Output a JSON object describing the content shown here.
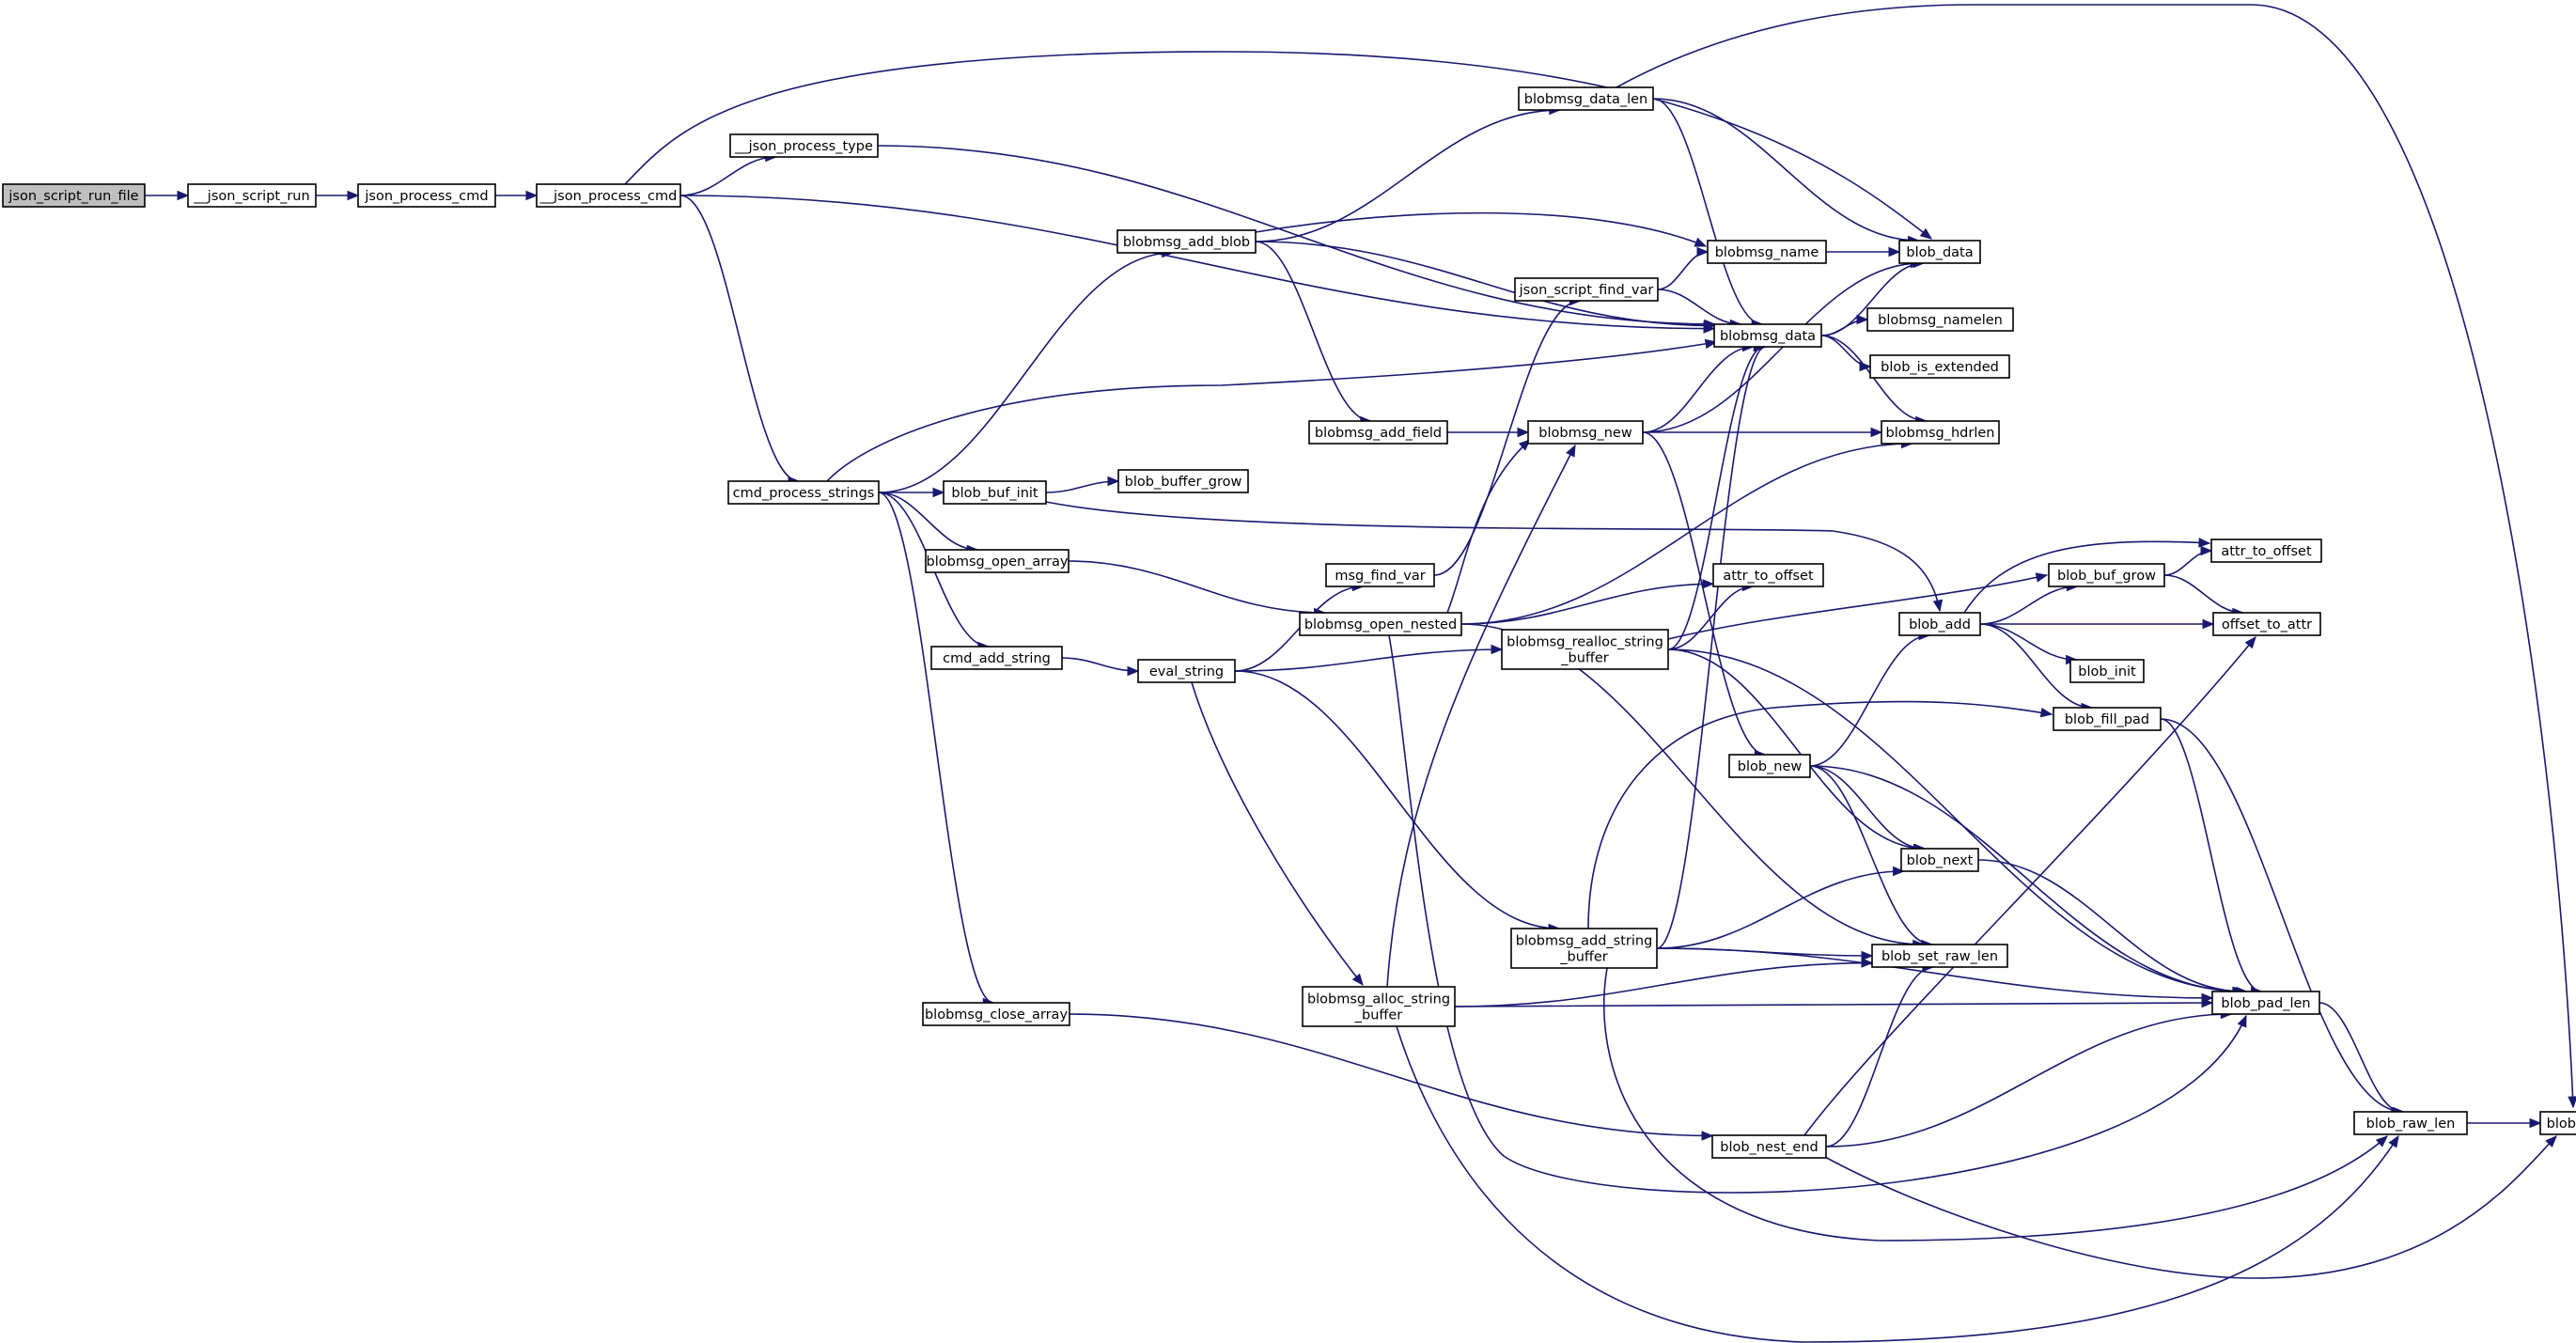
{
  "nodes": [
    {
      "id": "json_script_run_file",
      "label": "json_script_run_file",
      "root": true
    },
    {
      "id": "__json_script_run",
      "label": "__json_script_run"
    },
    {
      "id": "json_process_cmd",
      "label": "json_process_cmd"
    },
    {
      "id": "__json_process_cmd",
      "label": "__json_process_cmd"
    },
    {
      "id": "__json_process_type",
      "label": "__json_process_type"
    },
    {
      "id": "cmd_process_strings",
      "label": "cmd_process_strings"
    },
    {
      "id": "blobmsg_add_blob",
      "label": "blobmsg_add_blob"
    },
    {
      "id": "blob_buf_init",
      "label": "blob_buf_init"
    },
    {
      "id": "blob_buffer_grow",
      "label": "blob_buffer_grow"
    },
    {
      "id": "blobmsg_open_array",
      "label": "blobmsg_open_array"
    },
    {
      "id": "cmd_add_string",
      "label": "cmd_add_string"
    },
    {
      "id": "blobmsg_close_array",
      "label": "blobmsg_close_array"
    },
    {
      "id": "eval_string",
      "label": "eval_string"
    },
    {
      "id": "msg_find_var",
      "label": "msg_find_var"
    },
    {
      "id": "blobmsg_open_nested",
      "label": "blobmsg_open_nested"
    },
    {
      "id": "blobmsg_alloc_string_buffer",
      "label": "blobmsg_alloc_string\n_buffer"
    },
    {
      "id": "blobmsg_add_field",
      "label": "blobmsg_add_field"
    },
    {
      "id": "blobmsg_data_len",
      "label": "blobmsg_data_len"
    },
    {
      "id": "json_script_find_var",
      "label": "json_script_find_var"
    },
    {
      "id": "blobmsg_new",
      "label": "blobmsg_new"
    },
    {
      "id": "blobmsg_realloc_string_buffer",
      "label": "blobmsg_realloc_string\n_buffer"
    },
    {
      "id": "blobmsg_add_string_buffer",
      "label": "blobmsg_add_string\n_buffer"
    },
    {
      "id": "blobmsg_name",
      "label": "blobmsg_name"
    },
    {
      "id": "blobmsg_data",
      "label": "blobmsg_data"
    },
    {
      "id": "attr_to_offset_1",
      "label": "attr_to_offset"
    },
    {
      "id": "blob_new",
      "label": "blob_new"
    },
    {
      "id": "blob_nest_end",
      "label": "blob_nest_end"
    },
    {
      "id": "blob_data",
      "label": "blob_data"
    },
    {
      "id": "blobmsg_namelen",
      "label": "blobmsg_namelen"
    },
    {
      "id": "blob_is_extended",
      "label": "blob_is_extended"
    },
    {
      "id": "blobmsg_hdrlen",
      "label": "blobmsg_hdrlen"
    },
    {
      "id": "blob_add",
      "label": "blob_add"
    },
    {
      "id": "blob_next",
      "label": "blob_next"
    },
    {
      "id": "blob_set_raw_len",
      "label": "blob_set_raw_len"
    },
    {
      "id": "blob_buf_grow",
      "label": "blob_buf_grow"
    },
    {
      "id": "blob_init",
      "label": "blob_init"
    },
    {
      "id": "blob_fill_pad",
      "label": "blob_fill_pad"
    },
    {
      "id": "blob_pad_len",
      "label": "blob_pad_len"
    },
    {
      "id": "attr_to_offset_2",
      "label": "attr_to_offset"
    },
    {
      "id": "offset_to_attr",
      "label": "offset_to_attr"
    },
    {
      "id": "blob_raw_len",
      "label": "blob_raw_len"
    },
    {
      "id": "blob_len",
      "label": "blob_len"
    }
  ],
  "edges": [
    [
      "json_script_run_file",
      "__json_script_run"
    ],
    [
      "__json_script_run",
      "json_process_cmd"
    ],
    [
      "json_process_cmd",
      "__json_process_cmd"
    ],
    [
      "__json_process_cmd",
      "__json_process_type"
    ],
    [
      "__json_process_cmd",
      "blob_data"
    ],
    [
      "__json_process_cmd",
      "blobmsg_data"
    ],
    [
      "__json_process_cmd",
      "cmd_process_strings"
    ],
    [
      "__json_process_type",
      "blobmsg_data"
    ],
    [
      "cmd_process_strings",
      "blobmsg_add_blob"
    ],
    [
      "cmd_process_strings",
      "blobmsg_data"
    ],
    [
      "cmd_process_strings",
      "blob_buf_init"
    ],
    [
      "cmd_process_strings",
      "blobmsg_open_array"
    ],
    [
      "cmd_process_strings",
      "cmd_add_string"
    ],
    [
      "cmd_process_strings",
      "blobmsg_close_array"
    ],
    [
      "blobmsg_add_blob",
      "blobmsg_data_len"
    ],
    [
      "blobmsg_add_blob",
      "blobmsg_name"
    ],
    [
      "blobmsg_add_blob",
      "blobmsg_data"
    ],
    [
      "blobmsg_add_blob",
      "blobmsg_add_field"
    ],
    [
      "blob_buf_init",
      "blob_buffer_grow"
    ],
    [
      "blob_buf_init",
      "blob_add"
    ],
    [
      "blobmsg_open_array",
      "blobmsg_open_nested"
    ],
    [
      "cmd_add_string",
      "eval_string"
    ],
    [
      "blobmsg_close_array",
      "blob_nest_end"
    ],
    [
      "eval_string",
      "msg_find_var"
    ],
    [
      "eval_string",
      "blobmsg_realloc_string_buffer"
    ],
    [
      "eval_string",
      "blobmsg_add_string_buffer"
    ],
    [
      "eval_string",
      "blobmsg_alloc_string_buffer"
    ],
    [
      "msg_find_var",
      "json_script_find_var"
    ],
    [
      "blobmsg_open_nested",
      "blobmsg_new"
    ],
    [
      "blobmsg_open_nested",
      "blobmsg_hdrlen"
    ],
    [
      "blobmsg_open_nested",
      "attr_to_offset_1"
    ],
    [
      "blobmsg_open_nested",
      "blob_set_raw_len"
    ],
    [
      "blobmsg_open_nested",
      "blob_pad_len"
    ],
    [
      "blobmsg_alloc_string_buffer",
      "blobmsg_new"
    ],
    [
      "blobmsg_alloc_string_buffer",
      "blob_set_raw_len"
    ],
    [
      "blobmsg_alloc_string_buffer",
      "blob_pad_len"
    ],
    [
      "blobmsg_alloc_string_buffer",
      "blob_raw_len"
    ],
    [
      "blobmsg_add_field",
      "blobmsg_new"
    ],
    [
      "blobmsg_data_len",
      "blob_len"
    ],
    [
      "blobmsg_data_len",
      "blob_data"
    ],
    [
      "blobmsg_data_len",
      "blobmsg_data"
    ],
    [
      "json_script_find_var",
      "blobmsg_name"
    ],
    [
      "json_script_find_var",
      "blobmsg_data"
    ],
    [
      "blobmsg_new",
      "blobmsg_data"
    ],
    [
      "blobmsg_new",
      "blob_data"
    ],
    [
      "blobmsg_new",
      "blobmsg_hdrlen"
    ],
    [
      "blobmsg_new",
      "blob_new"
    ],
    [
      "blobmsg_realloc_string_buffer",
      "blobmsg_data"
    ],
    [
      "blobmsg_realloc_string_buffer",
      "attr_to_offset_1"
    ],
    [
      "blobmsg_realloc_string_buffer",
      "blob_buf_grow"
    ],
    [
      "blobmsg_realloc_string_buffer",
      "blob_next"
    ],
    [
      "blobmsg_realloc_string_buffer",
      "blob_pad_len"
    ],
    [
      "blobmsg_add_string_buffer",
      "blobmsg_data"
    ],
    [
      "blobmsg_add_string_buffer",
      "blob_fill_pad"
    ],
    [
      "blobmsg_add_string_buffer",
      "blob_next"
    ],
    [
      "blobmsg_add_string_buffer",
      "blob_set_raw_len"
    ],
    [
      "blobmsg_add_string_buffer",
      "blob_pad_len"
    ],
    [
      "blobmsg_add_string_buffer",
      "blob_raw_len"
    ],
    [
      "blobmsg_name",
      "blob_data"
    ],
    [
      "blobmsg_data",
      "blob_data"
    ],
    [
      "blobmsg_data",
      "blobmsg_namelen"
    ],
    [
      "blobmsg_data",
      "blob_is_extended"
    ],
    [
      "blobmsg_data",
      "blobmsg_hdrlen"
    ],
    [
      "blob_new",
      "blob_add"
    ],
    [
      "blob_new",
      "blob_next"
    ],
    [
      "blob_new",
      "blob_set_raw_len"
    ],
    [
      "blob_new",
      "blob_pad_len"
    ],
    [
      "blob_nest_end",
      "offset_to_attr"
    ],
    [
      "blob_nest_end",
      "blob_set_raw_len"
    ],
    [
      "blob_nest_end",
      "blob_pad_len"
    ],
    [
      "blob_nest_end",
      "blob_len"
    ],
    [
      "blob_add",
      "attr_to_offset_2"
    ],
    [
      "blob_add",
      "blob_buf_grow"
    ],
    [
      "blob_add",
      "offset_to_attr"
    ],
    [
      "blob_add",
      "blob_init"
    ],
    [
      "blob_add",
      "blob_fill_pad"
    ],
    [
      "blob_next",
      "blob_pad_len"
    ],
    [
      "blob_buf_grow",
      "attr_to_offset_2"
    ],
    [
      "blob_buf_grow",
      "offset_to_attr"
    ],
    [
      "blob_fill_pad",
      "blob_pad_len"
    ],
    [
      "blob_fill_pad",
      "blob_raw_len"
    ],
    [
      "blob_pad_len",
      "blob_raw_len"
    ],
    [
      "blob_raw_len",
      "blob_len"
    ]
  ]
}
